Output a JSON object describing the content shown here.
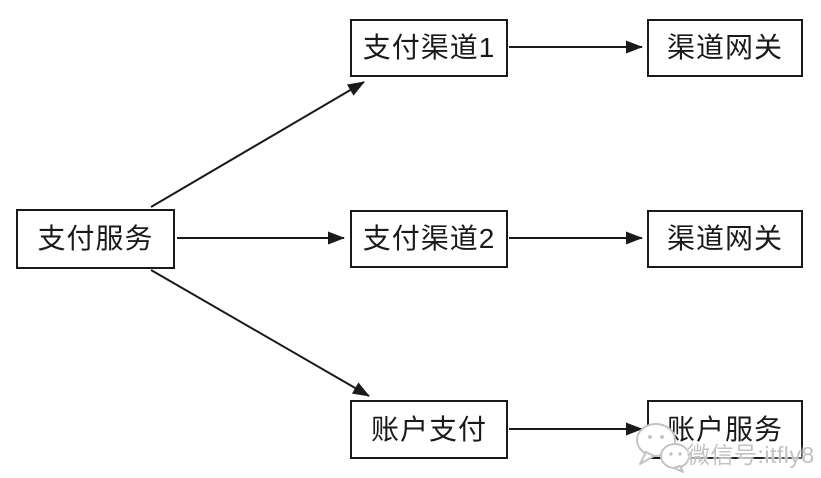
{
  "diagram": {
    "title": "payment-service-routing-diagram",
    "nodes": {
      "payment-service": {
        "label": "支付服务"
      },
      "payment-channel-1": {
        "label": "支付渠道1"
      },
      "payment-channel-2": {
        "label": "支付渠道2"
      },
      "account-payment": {
        "label": "账户支付"
      },
      "channel-gateway-1": {
        "label": "渠道网关"
      },
      "channel-gateway-2": {
        "label": "渠道网关"
      },
      "account-service": {
        "label": "账户服务"
      }
    },
    "edges": [
      {
        "from": "payment-service",
        "to": "payment-channel-1",
        "style": "arrow"
      },
      {
        "from": "payment-service",
        "to": "payment-channel-2",
        "style": "arrow"
      },
      {
        "from": "payment-service",
        "to": "account-payment",
        "style": "arrow"
      },
      {
        "from": "payment-channel-1",
        "to": "channel-gateway-1",
        "style": "arrow"
      },
      {
        "from": "payment-channel-2",
        "to": "channel-gateway-2",
        "style": "arrow"
      },
      {
        "from": "account-payment",
        "to": "account-service",
        "style": "arrow"
      }
    ],
    "colors": {
      "background": "#ffffff",
      "border": "#1a1a1a",
      "text": "#1a1a1a",
      "watermark": "#c3c3c3"
    }
  },
  "watermark": {
    "icon": "wechat-icon",
    "text": "微信号:itfly8"
  }
}
